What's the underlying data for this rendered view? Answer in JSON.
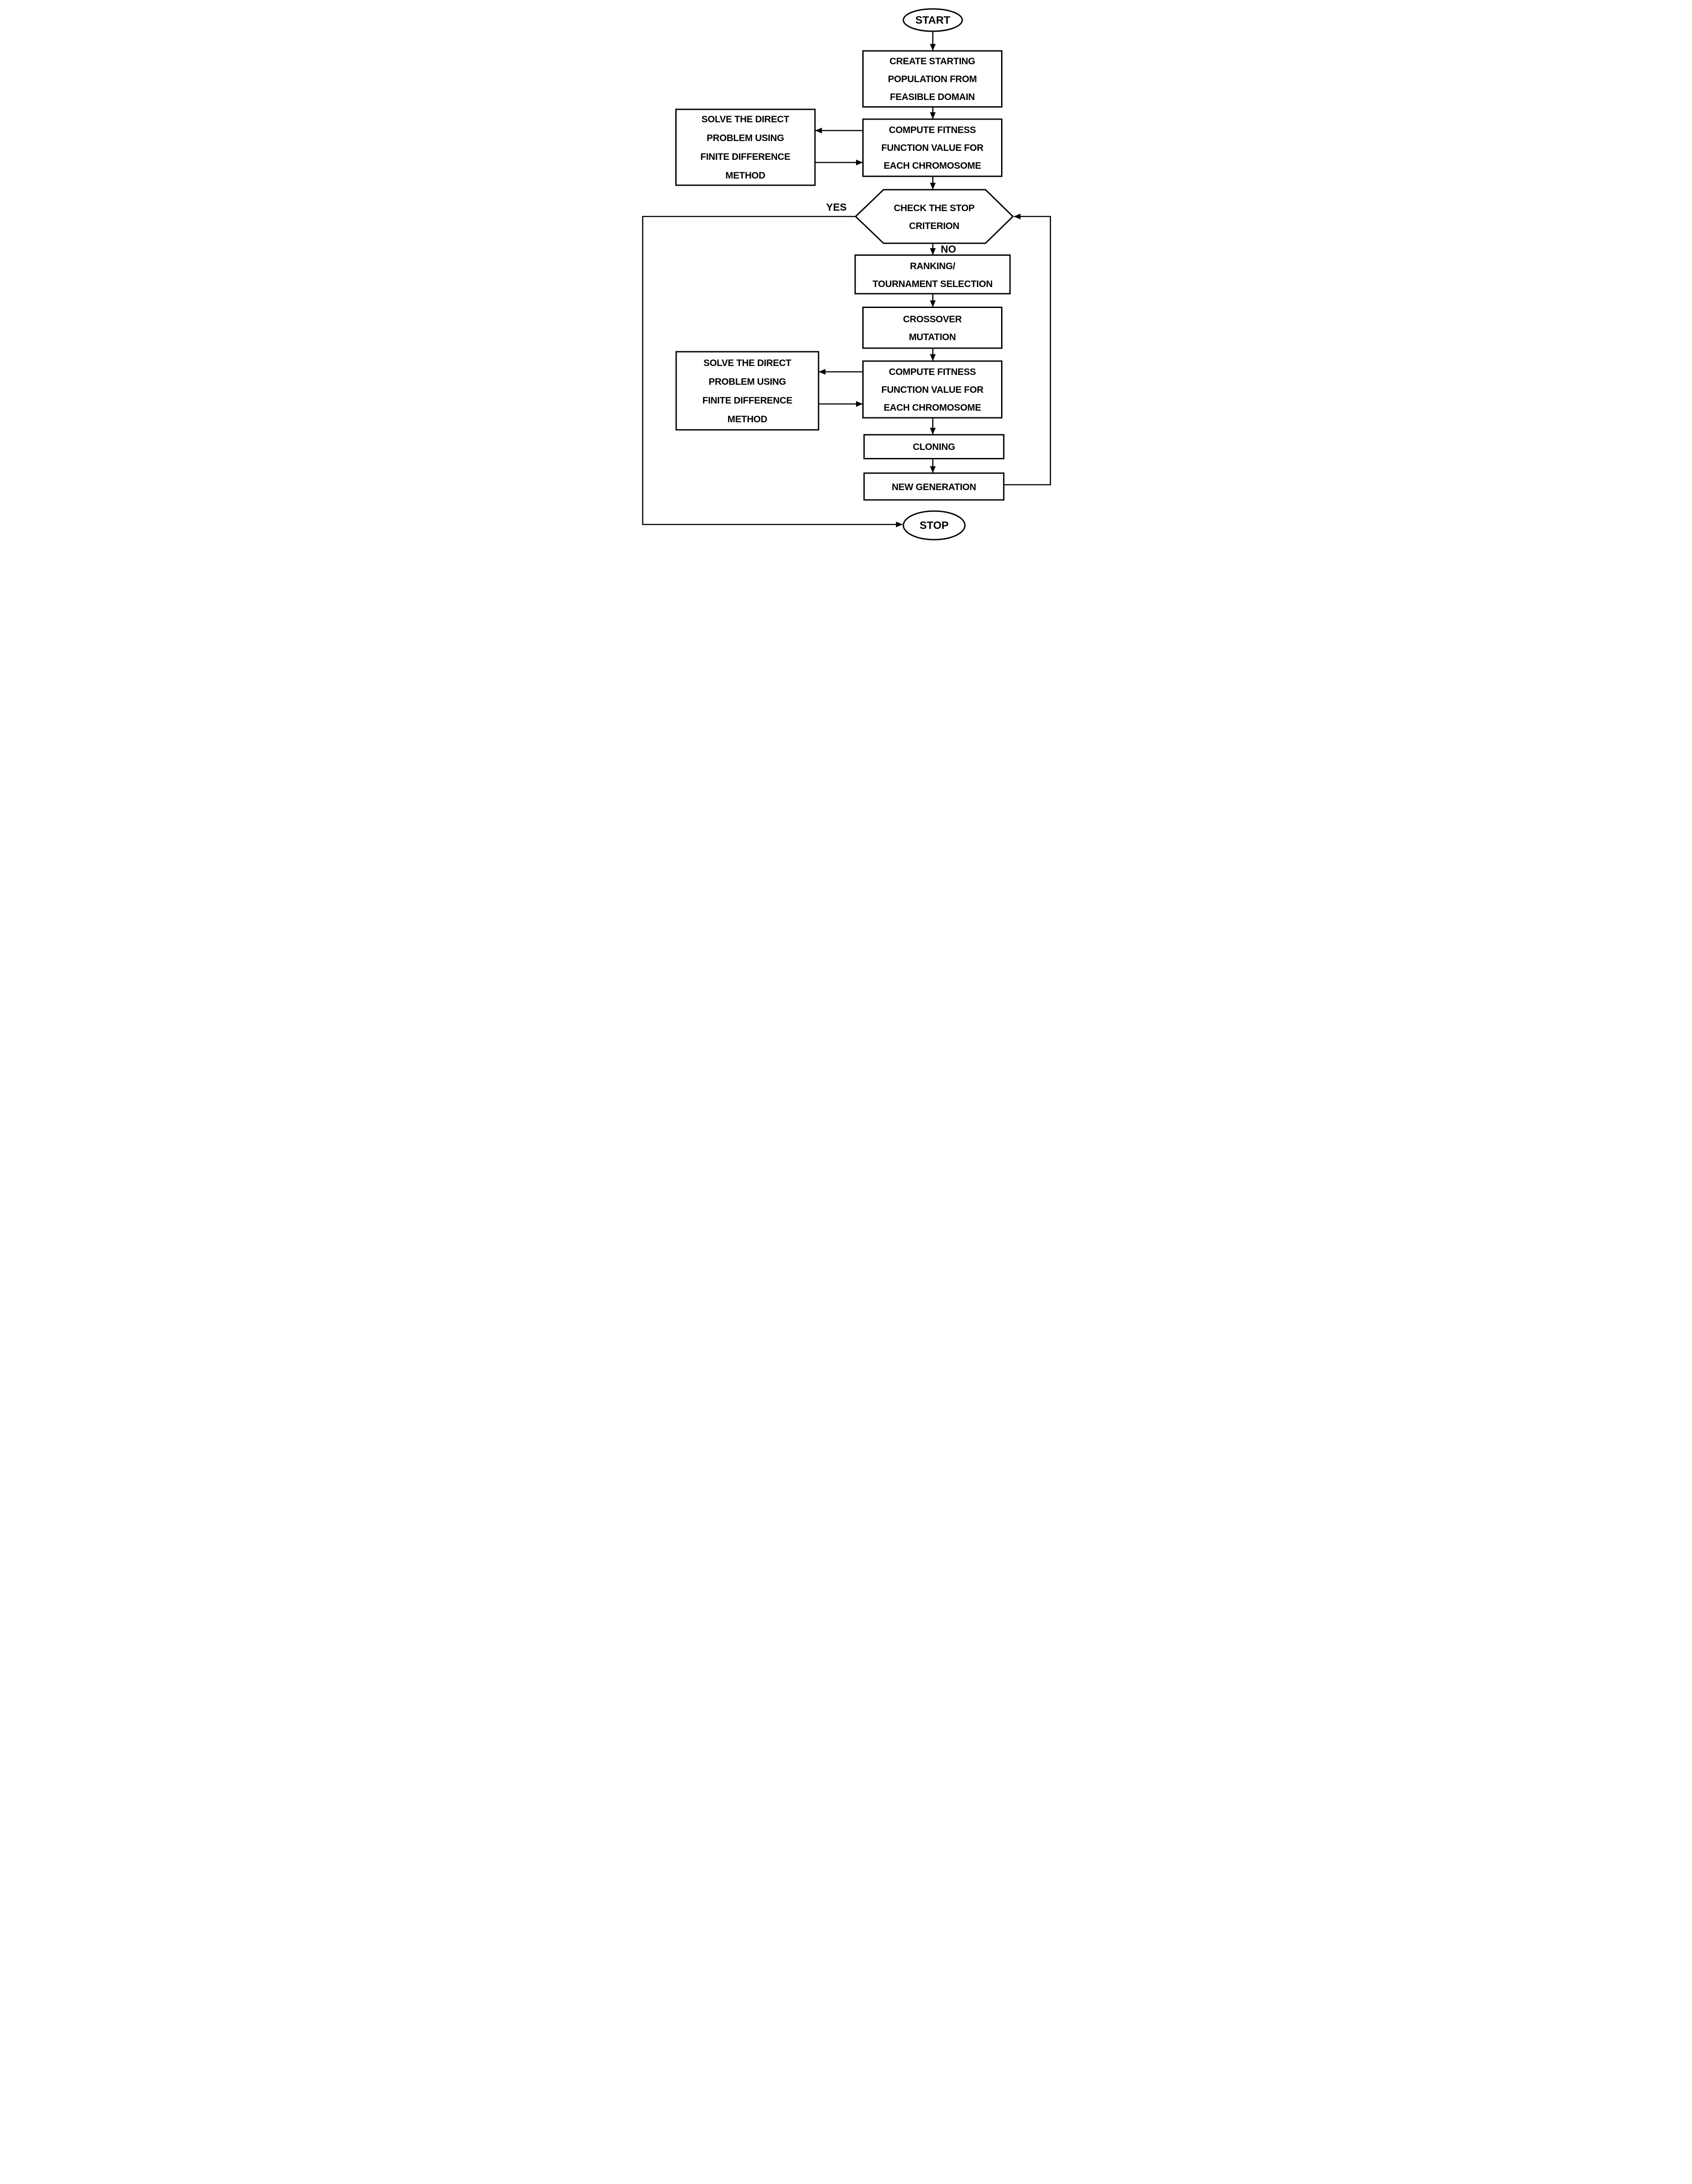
{
  "flowchart": {
    "background_color": "#ffffff",
    "line_color": "#000000",
    "text_color": "#000000",
    "nodes": {
      "start": {
        "type": "terminator",
        "label": "START"
      },
      "create_population": {
        "type": "process",
        "lines": [
          "CREATE STARTING",
          "POPULATION FROM",
          "FEASIBLE DOMAIN"
        ]
      },
      "compute_fitness_1": {
        "type": "process",
        "lines": [
          "COMPUTE FITNESS",
          "FUNCTION VALUE FOR",
          "EACH CHROMOSOME"
        ]
      },
      "solve_direct_1": {
        "type": "process",
        "lines": [
          "SOLVE THE DIRECT",
          "PROBLEM USING",
          "FINITE DIFFERENCE",
          "METHOD"
        ]
      },
      "check_stop": {
        "type": "decision",
        "lines": [
          "CHECK THE STOP",
          "CRITERION"
        ]
      },
      "ranking_selection": {
        "type": "process",
        "lines": [
          "RANKING/",
          "TOURNAMENT SELECTION"
        ]
      },
      "crossover_mutation": {
        "type": "process",
        "lines": [
          "CROSSOVER",
          "MUTATION"
        ]
      },
      "solve_direct_2": {
        "type": "process",
        "lines": [
          "SOLVE THE DIRECT",
          "PROBLEM USING",
          "FINITE DIFFERENCE",
          "METHOD"
        ]
      },
      "compute_fitness_2": {
        "type": "process",
        "lines": [
          "COMPUTE FITNESS",
          "FUNCTION VALUE FOR",
          "EACH CHROMOSOME"
        ]
      },
      "cloning": {
        "type": "process",
        "label": "CLONING"
      },
      "new_generation": {
        "type": "process",
        "label": "NEW GENERATION"
      },
      "stop": {
        "type": "terminator",
        "label": "STOP"
      }
    },
    "branch_labels": {
      "yes": "YES",
      "no": "NO"
    }
  }
}
